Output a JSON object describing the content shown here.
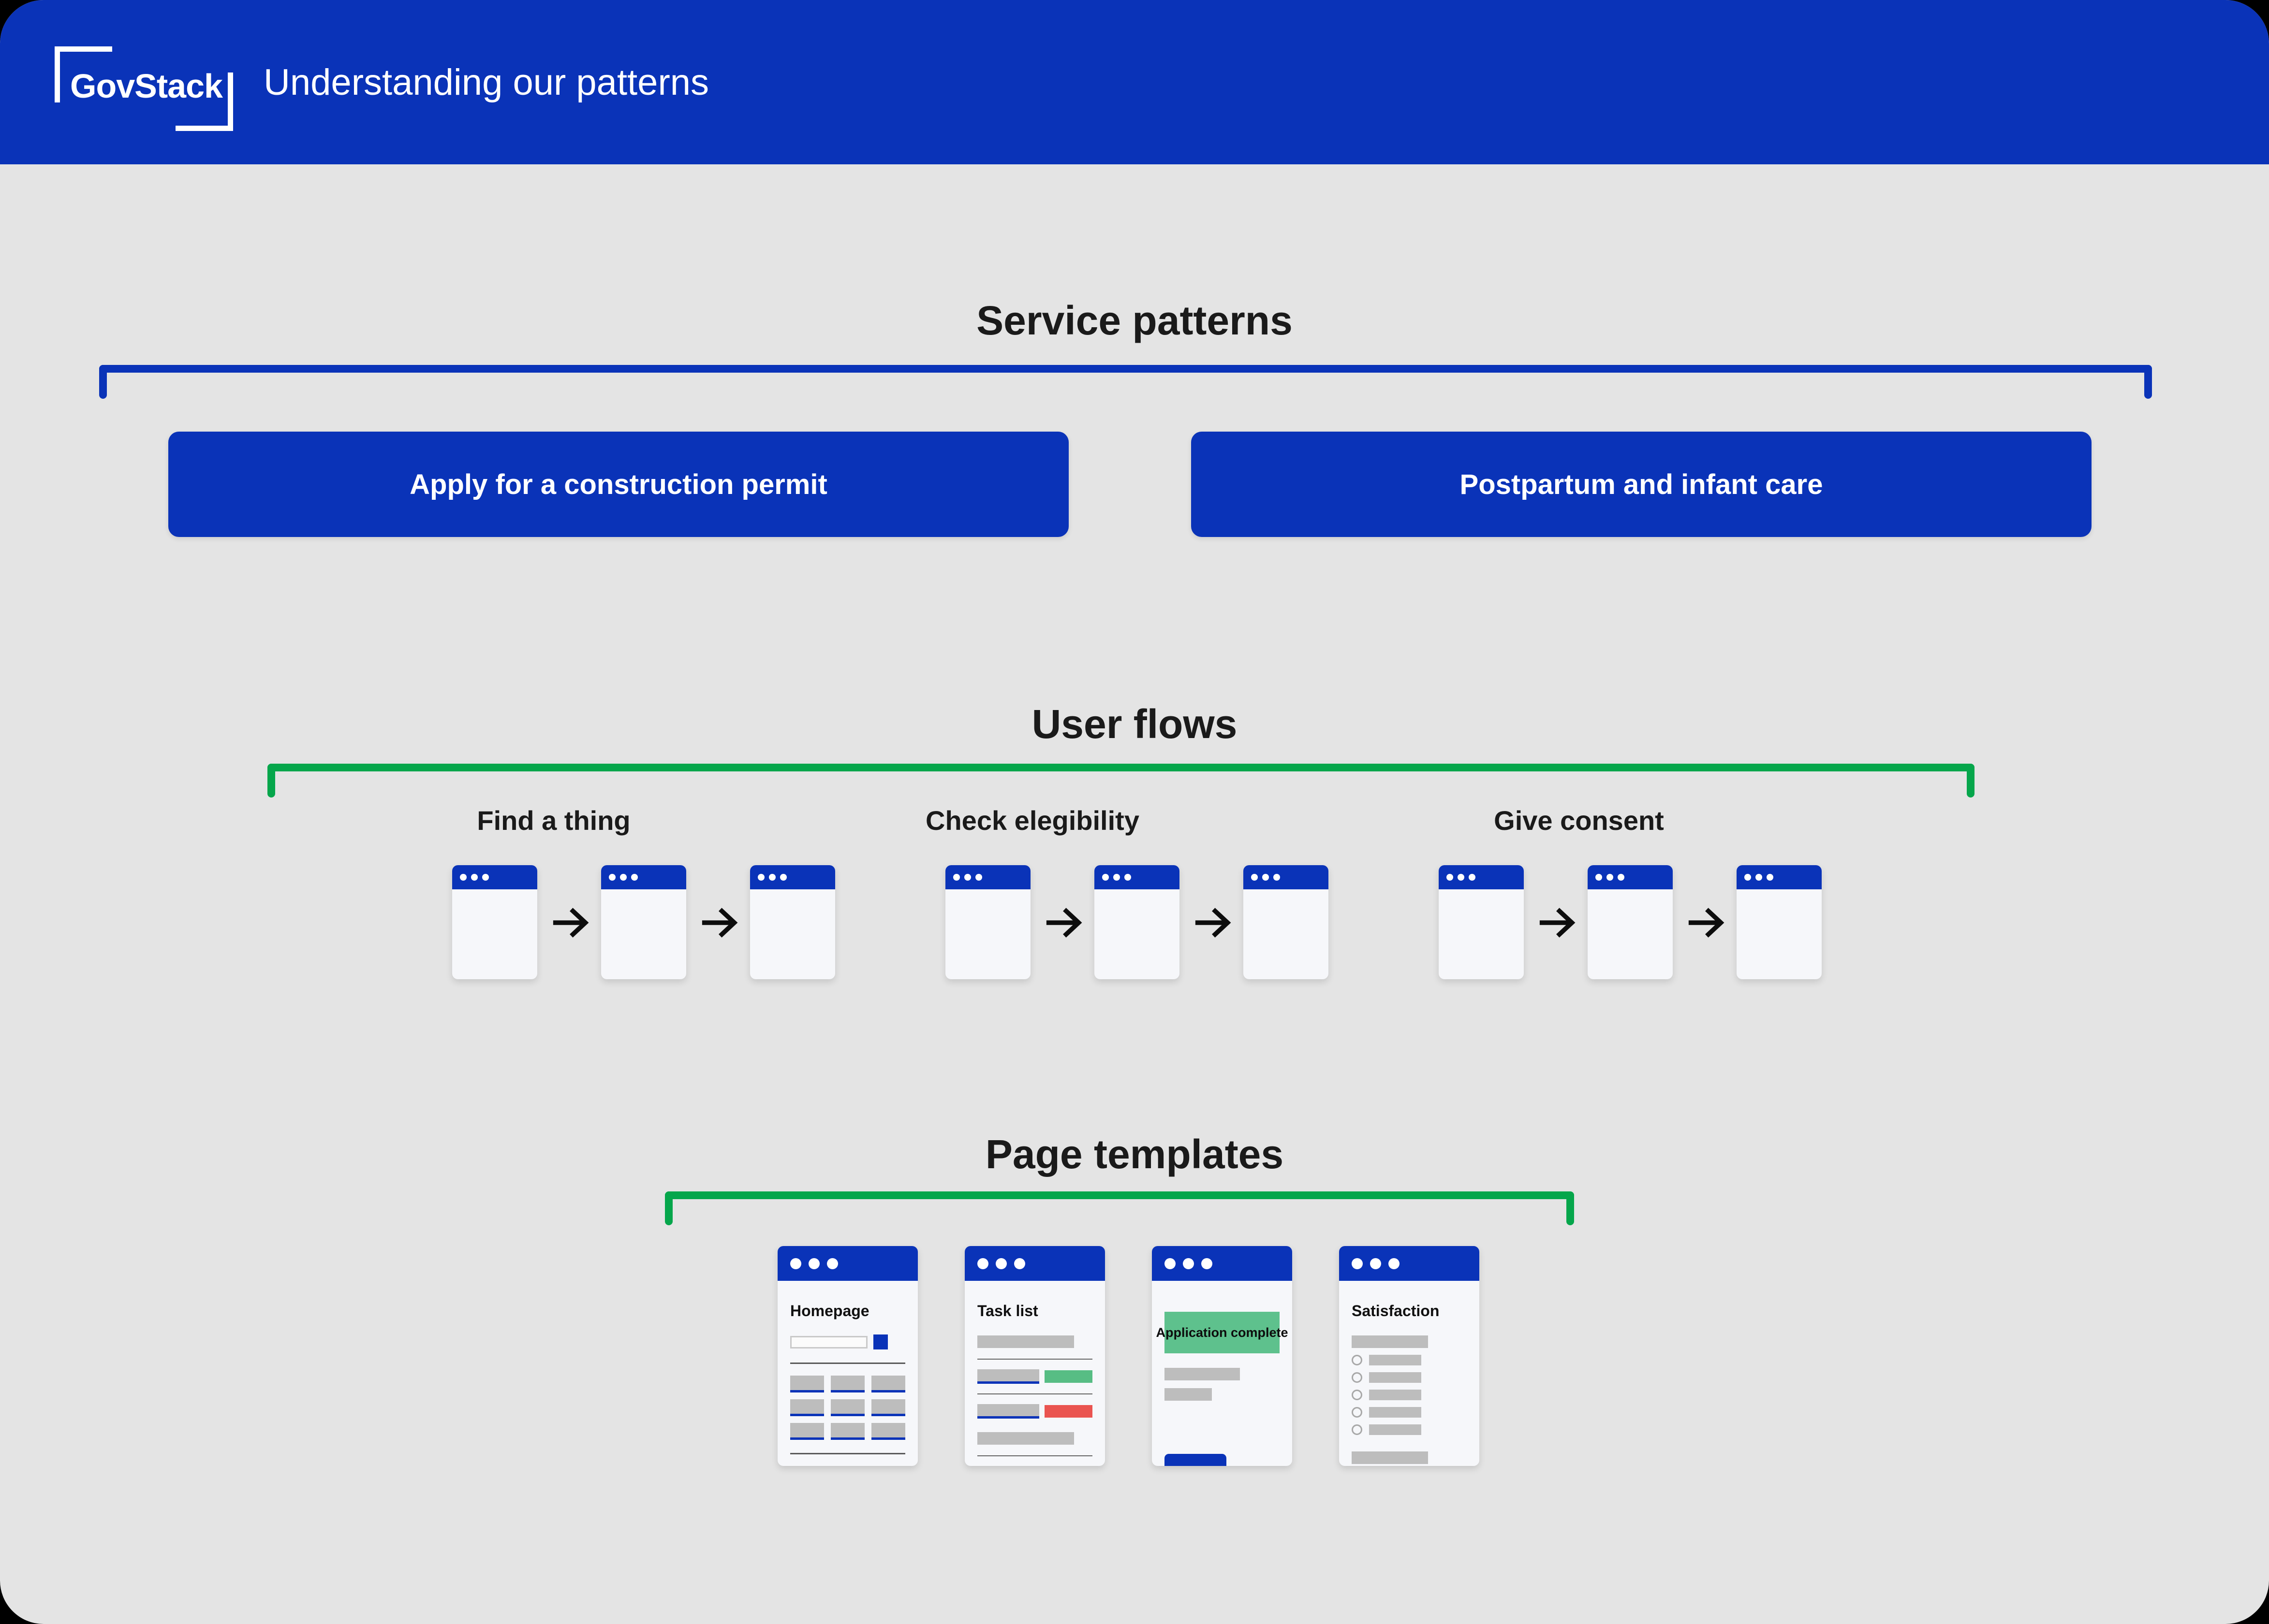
{
  "header": {
    "logo_text": "GovStack",
    "title": "Understanding our patterns"
  },
  "colors": {
    "brand_blue": "#0A33B8",
    "accent_green": "#05A64B",
    "page_bg": "#E4E4E4",
    "tag_green": "#57BD84",
    "tag_red": "#EA5450",
    "banner_green": "#5EC18D"
  },
  "sections": {
    "service_patterns": {
      "title": "Service patterns",
      "bracket_color": "#0A33B8",
      "buttons": [
        {
          "label": "Apply for a construction permit"
        },
        {
          "label": "Postpartum and infant care"
        }
      ]
    },
    "user_flows": {
      "title": "User flows",
      "bracket_color": "#05A64B",
      "flows": [
        {
          "label": "Find a thing",
          "steps": 3
        },
        {
          "label": "Check elegibility",
          "steps": 3
        },
        {
          "label": "Give consent",
          "steps": 3
        }
      ]
    },
    "page_templates": {
      "title": "Page templates",
      "bracket_color": "#05A64B",
      "templates": [
        {
          "name": "Homepage",
          "title": "Homepage"
        },
        {
          "name": "Task list",
          "title": "Task list"
        },
        {
          "name": "Application complete",
          "banner": "Application complete"
        },
        {
          "name": "Satisfaction",
          "title": "Satisfaction"
        }
      ]
    }
  }
}
